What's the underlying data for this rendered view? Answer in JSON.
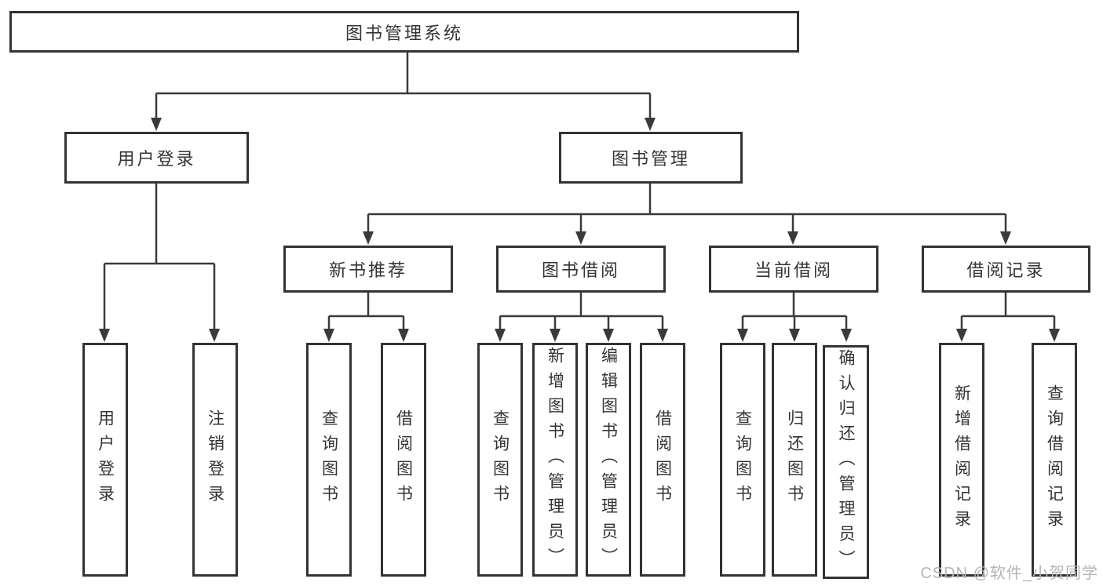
{
  "tree": {
    "root": "图书管理系统",
    "children": [
      {
        "label": "用户登录",
        "children": [
          "用户登录",
          "注销登录"
        ]
      },
      {
        "label": "图书管理",
        "children": [
          {
            "label": "新书推荐",
            "children": [
              "查询图书",
              "借阅图书"
            ]
          },
          {
            "label": "图书借阅",
            "children": [
              "查询图书",
              "新增图书（管理员）",
              "编辑图书（管理员）",
              "借阅图书"
            ]
          },
          {
            "label": "当前借阅",
            "children": [
              "查询图书",
              "归还图书",
              "确认归还（管理员）"
            ]
          },
          {
            "label": "借阅记录",
            "children": [
              "新增借阅记录",
              "查询借阅记录"
            ]
          }
        ]
      }
    ]
  },
  "watermark": "CSDN @软件_小贺同学",
  "colors": {
    "line": "#3a3a3a",
    "box_border": "#333333",
    "text": "#333333",
    "watermark": "#b5b5b5",
    "background": "#ffffff"
  }
}
